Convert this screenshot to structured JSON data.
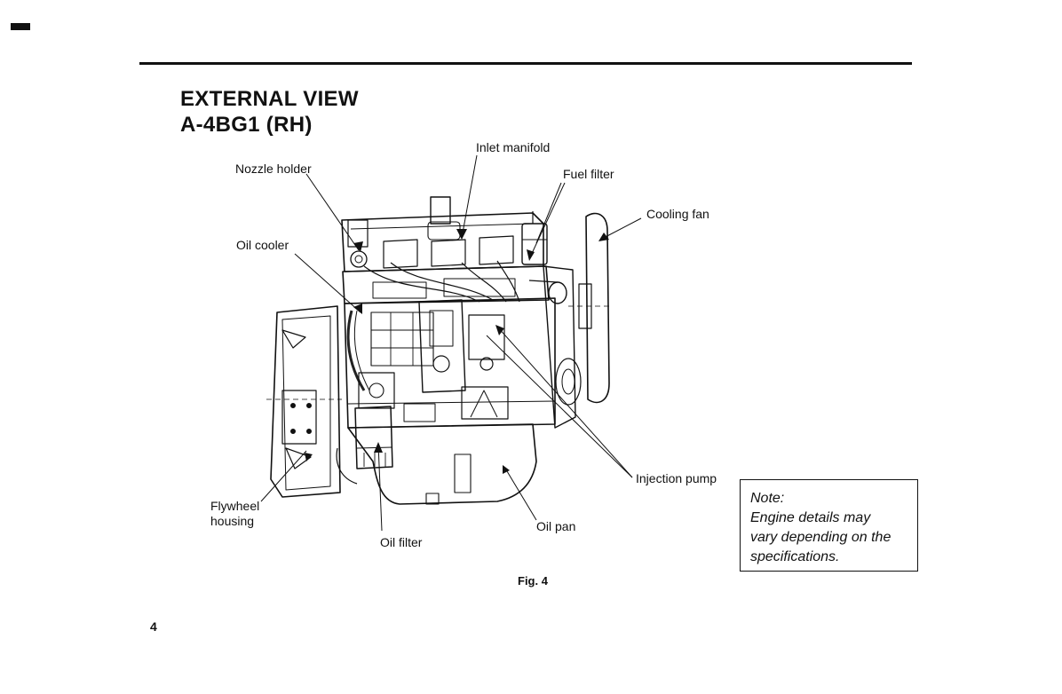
{
  "header": {
    "title_line1": "EXTERNAL VIEW",
    "title_line2": "A-4BG1 (RH)"
  },
  "callouts": {
    "inlet_manifold": "Inlet manifold",
    "nozzle_holder": "Nozzle holder",
    "fuel_filter": "Fuel filter",
    "cooling_fan": "Cooling fan",
    "oil_cooler": "Oil cooler",
    "injection_pump": "Injection pump",
    "flywheel_housing_line1": "Flywheel",
    "flywheel_housing_line2": "housing",
    "oil_pan": "Oil pan",
    "oil_filter": "Oil filter"
  },
  "figure": {
    "caption": "Fig. 4"
  },
  "note": {
    "title": "Note:",
    "line1": "Engine details may",
    "line2": "vary depending on the",
    "line3": "specifications."
  },
  "page": {
    "number": "4"
  }
}
